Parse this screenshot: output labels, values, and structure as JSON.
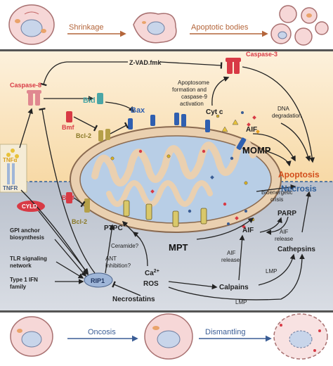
{
  "top_row": {
    "shrinkage": "Shrinkage",
    "apoptotic_bodies": "Apoptotic bodies"
  },
  "bottom_row": {
    "oncosis": "Oncosis",
    "dismantling": "Dismantling"
  },
  "labels": {
    "zvad": "Z-VAD.fmk",
    "caspase3": "Caspase-3",
    "caspase8": "Caspase-8",
    "bid": "Bid",
    "bax": "Bax",
    "bmf_top": "Bmf",
    "bcl2_top": "Bcl-2",
    "apoptosome_1": "Apoptosome",
    "apoptosome_2": "formation and",
    "apoptosome_3": "caspase-9",
    "apoptosome_4": "activation",
    "cytc": "Cyt c",
    "aif_top": "AIF",
    "dna_1": "DNA",
    "dna_2": "degradation",
    "momp": "MOMP",
    "apoptosis": "Apoptosis",
    "necrosis": "Necrosis",
    "tnfa": "TNFα",
    "tnfr": "TNFR",
    "cyld": "CYLD",
    "bmf_bottom": "Bmf",
    "bcl2_bottom": "Bcl-2",
    "bioenergetic_1": "Bioenergetic",
    "bioenergetic_2": "crisis",
    "parp": "PARP",
    "aif_bottom": "AIF",
    "aif_release_right_1": "AIF",
    "aif_release_right_2": "release",
    "aif_release_left_1": "AIF",
    "aif_release_left_2": "release",
    "gpi_1": "GPI anchor",
    "gpi_2": "biosynthesis",
    "ptpc": "PTPC",
    "ceramide": "Ceramide?",
    "ant_1": "ANT",
    "ant_2": "inhibition?",
    "mpt": "MPT",
    "tlr_1": "TLR signaling",
    "tlr_2": "network",
    "type1_1": "Type 1 IFN",
    "type1_2": "family",
    "rip1": "RIP1",
    "ca": "Ca",
    "ca_sup": "2+",
    "ros": "ROS",
    "calpains": "Calpains",
    "cathepsins": "Cathepsins",
    "lmp_1": "LMP",
    "lmp_2": "LMP",
    "necrostatins": "Necrostatins"
  },
  "colors": {
    "apoptosis_bg": "#fbe7c8",
    "necrosis_bg": "#c9cfd8",
    "caspase": "#d83a45",
    "bcl2": "#b5a048",
    "bax": "#2f5fb0",
    "bid": "#4aa6a6",
    "mito_fill": "#f0d6b6",
    "mito_inner": "#b9cde4",
    "rip1": "#9fb6d8",
    "apoptosis_text": "#d24c1a",
    "necrosis_text": "#2d5d98",
    "arrow_blue": "#3a5d95",
    "arrow_brown": "#b4653a"
  }
}
